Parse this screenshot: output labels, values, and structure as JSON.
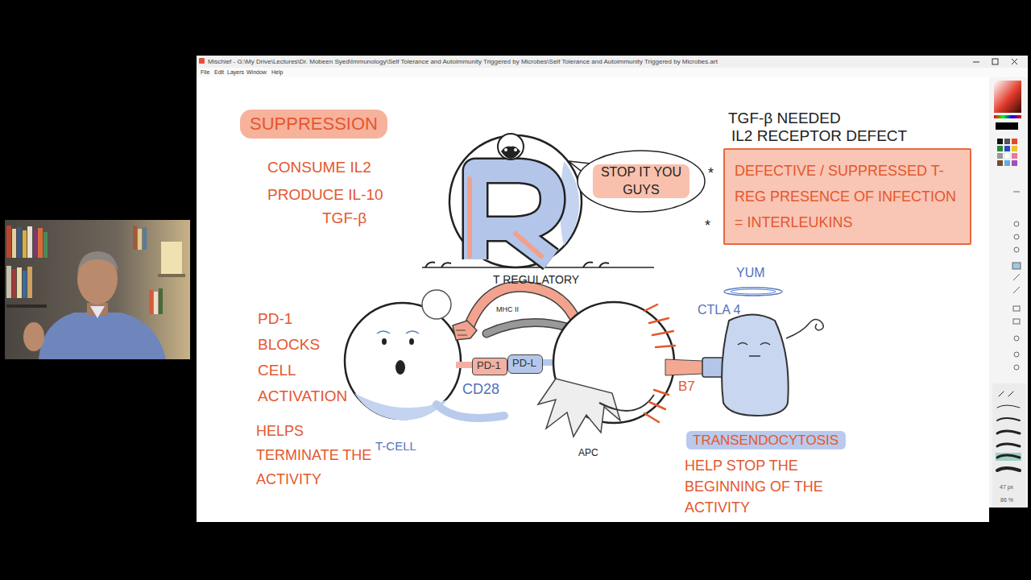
{
  "diagram": {
    "nodes": [
      {
        "text": [
          "SUPPRESSION"
        ]
      },
      {
        "text": [
          "STOP IT YOU GUYS"
        ]
      },
      {
        "text": [
          "DEFECTIVE / SUPPRESSED T-REG PRESENCE OF INFECTION = INTERLEUKINS"
        ]
      },
      {
        "text": [
          "PD-1"
        ]
      },
      {
        "text": [
          "PD-L"
        ]
      },
      {
        "text": [
          "TRANSENDOCYTOSIS"
        ]
      }
    ],
    "labels": [
      "Mischief - G:\\My Drive\\Lectures\\Dr. Mobeen Syed\\Immunology\\Self Tolerance and Autoimmunity Triggered by Microbes\\Self Tolerance and Autoimmunity Triggered by Microbes.art",
      "File",
      "Edit",
      "Layers",
      "Window",
      "Help",
      "CONSUME IL2",
      "PRODUCE IL-10",
      "TGF-β",
      "T REGULATORY",
      "TGF-β NEEDED",
      "IL2 RECEPTOR DEFECT",
      "*",
      "*",
      "YUM",
      "CTLA 4",
      "PD-1 BLOCKS CELL ACTIVATION",
      "HELPS TERMINATE THE ACTIVITY",
      "MHC II",
      "CD28",
      "B7",
      "T-CELL",
      "APC",
      "HELP STOP THE BEGINNING OF THE ACTIVITY",
      "47 px",
      "86 %"
    ]
  }
}
